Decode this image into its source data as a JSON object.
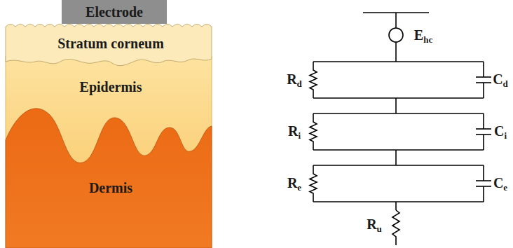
{
  "diagram": {
    "nodes": [
      {
        "text": [
          "Electrode"
        ]
      }
    ],
    "labels": [
      "Stratum corneum",
      "Epidermis",
      "Dermis",
      "Ehc",
      "Rd",
      "Cd",
      "Ri",
      "Ci",
      "Re",
      "Ce",
      "Ru"
    ]
  }
}
